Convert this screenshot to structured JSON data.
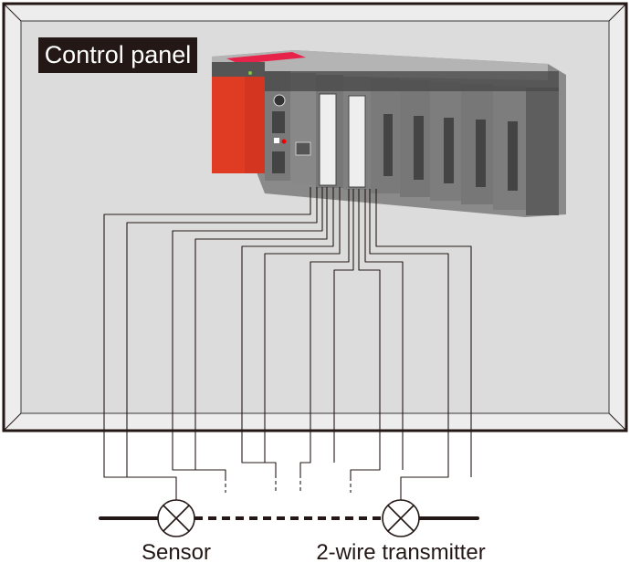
{
  "panel": {
    "label": "Control panel"
  },
  "devices": [
    {
      "label": "Sensor",
      "icon": "sensor-cross-circle-icon"
    },
    {
      "label": "2-wire transmitter",
      "icon": "transmitter-cross-circle-icon"
    }
  ],
  "colors": {
    "panel_fill": "#dcdcdc",
    "frame": "#ededed",
    "line": "#231815",
    "plc_red": "#e03c24",
    "plc_gray": "#6e6e6e"
  }
}
